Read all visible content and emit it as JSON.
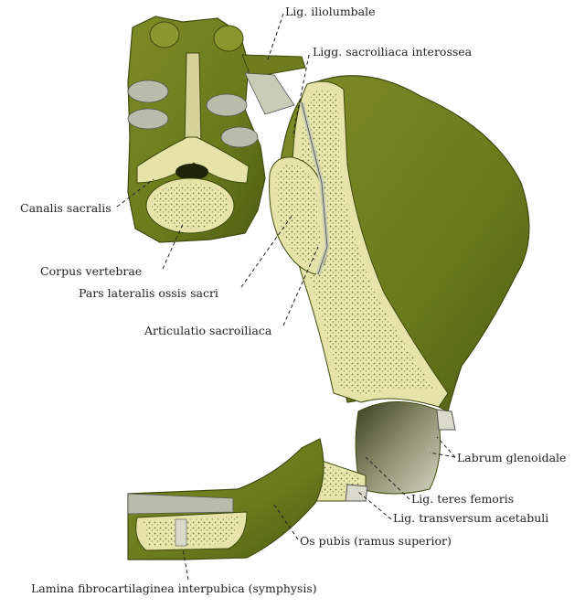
{
  "labels": {
    "lig_iliolumbale": "Lig. iliolumbale",
    "ligg_sacroiliaca_interossea": "Ligg. sacroiliaca interossea",
    "canalis_sacralis": "Canalis sacralis",
    "corpus_vertebrae": "Corpus vertebrae",
    "pars_lateralis": "Pars lateralis ossis sacri",
    "articulatio_sacroiliaca": "Articulatio sacroiliaca",
    "labrum_glenoidale": "Labrum glenoidale",
    "lig_teres_femoris": "Lig. teres femoris",
    "lig_transversum_acetabuli": "Lig. transversum acetabuli",
    "os_pubis": "Os pubis (ramus superior)",
    "lamina_fibrocartilaginea": "Lamina fibrocartilaginea interpubica (symphysis)"
  },
  "colors": {
    "bone_green": "#6f7d1f",
    "bone_dark": "#3f4a10",
    "cortex": "#e6e3a8",
    "spongy": "#c8c886",
    "ligament": "#a7ab8a",
    "cartilage": "#d9dac9",
    "text": "#222222"
  }
}
